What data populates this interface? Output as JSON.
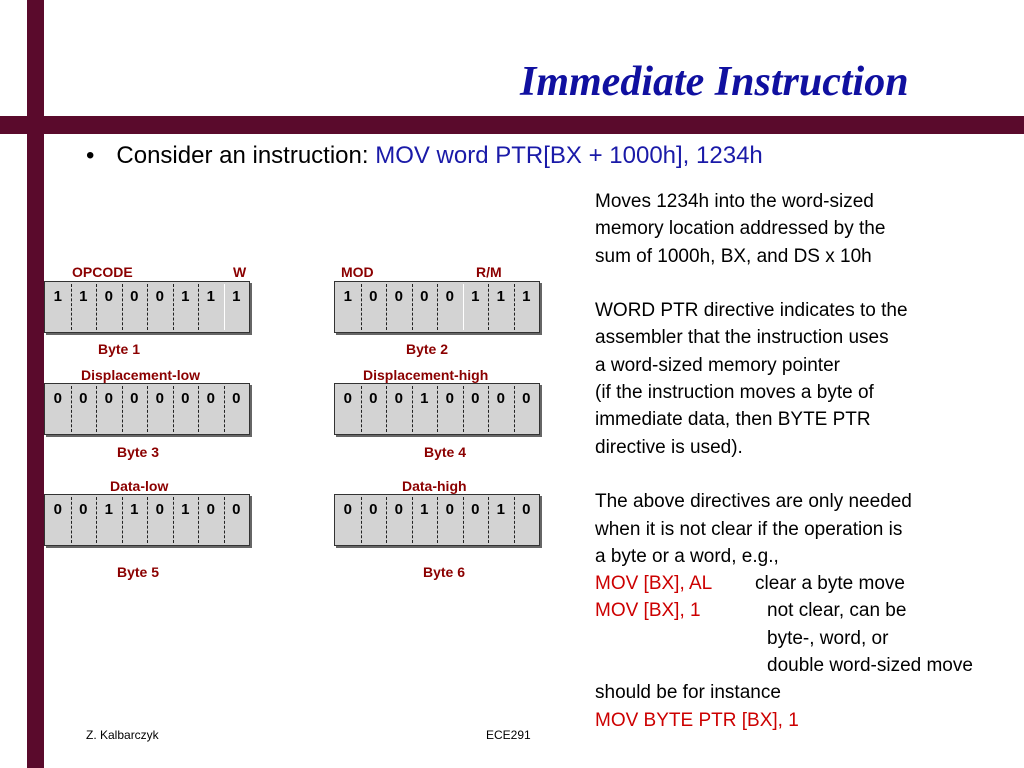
{
  "slide": {
    "title": "Immediate Instruction",
    "bullet": {
      "prefix": "Consider an instruction:",
      "code": "MOV word PTR[BX + 1000h], 1234h"
    }
  },
  "fields": {
    "opcode": "OPCODE",
    "w": "W",
    "mod": "MOD",
    "rm": "R/M",
    "disp_low": "Displacement-low",
    "disp_high": "Displacement-high",
    "data_low": "Data-low",
    "data_high": "Data-high"
  },
  "bytes": [
    {
      "name": "Byte 1",
      "bits": [
        "1",
        "1",
        "0",
        "0",
        "0",
        "1",
        "1",
        "1"
      ]
    },
    {
      "name": "Byte 2",
      "bits": [
        "1",
        "0",
        "0",
        "0",
        "0",
        "1",
        "1",
        "1"
      ]
    },
    {
      "name": "Byte 3",
      "bits": [
        "0",
        "0",
        "0",
        "0",
        "0",
        "0",
        "0",
        "0"
      ]
    },
    {
      "name": "Byte 4",
      "bits": [
        "0",
        "0",
        "0",
        "1",
        "0",
        "0",
        "0",
        "0"
      ]
    },
    {
      "name": "Byte 5",
      "bits": [
        "0",
        "0",
        "1",
        "1",
        "0",
        "1",
        "0",
        "0"
      ]
    },
    {
      "name": "Byte 6",
      "bits": [
        "0",
        "0",
        "0",
        "1",
        "0",
        "0",
        "1",
        "0"
      ]
    }
  ],
  "description": [
    {
      "text": "Moves  1234h into the word-sized"
    },
    {
      "text": "memory location addressed by the"
    },
    {
      "text": "sum of 1000h, BX, and DS x 10h"
    },
    {
      "text": ""
    },
    {
      "text": "WORD PTR directive indicates  to the"
    },
    {
      "text": "assembler that the instruction uses"
    },
    {
      "text": "a word-sized memory pointer"
    },
    {
      "text": "(if the instruction moves a byte of"
    },
    {
      "text": "immediate data, then BYTE PTR"
    },
    {
      "text": "directive is used)."
    },
    {
      "text": ""
    },
    {
      "text": "The above directives are only needed"
    },
    {
      "text": "when it is not clear if the  operation is"
    },
    {
      "text": "a byte or a word, e.g.,"
    },
    {
      "code": "MOV [BX],  AL",
      "text": "clear a byte move"
    },
    {
      "code": "MOV [BX], 1",
      "text": "not clear, can be"
    },
    {
      "indent": true,
      "text": "byte-, word, or"
    },
    {
      "indent": true,
      "text": "double word-sized move"
    },
    {
      "text": "should be for instance"
    },
    {
      "code": "MOV  BYTE PTR [BX], 1",
      "text": ""
    }
  ],
  "footer": {
    "author": "Z. Kalbarczyk",
    "course": "ECE291"
  }
}
